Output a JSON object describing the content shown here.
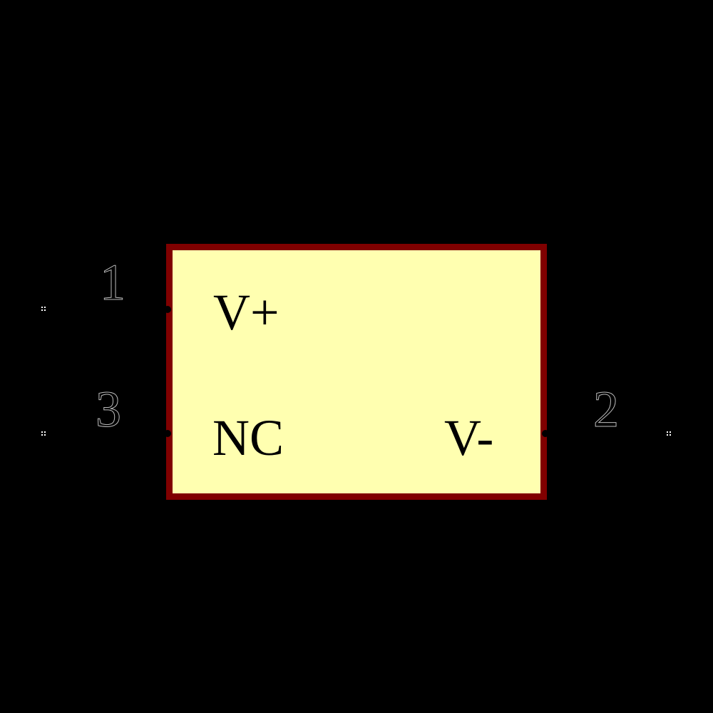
{
  "component": {
    "body_fill": "#FFFFB0",
    "border_color": "#800000",
    "pins": [
      {
        "number": "1",
        "name": "V+",
        "side": "left"
      },
      {
        "number": "3",
        "name": "NC",
        "side": "left"
      },
      {
        "number": "2",
        "name": "V-",
        "side": "right"
      }
    ]
  }
}
